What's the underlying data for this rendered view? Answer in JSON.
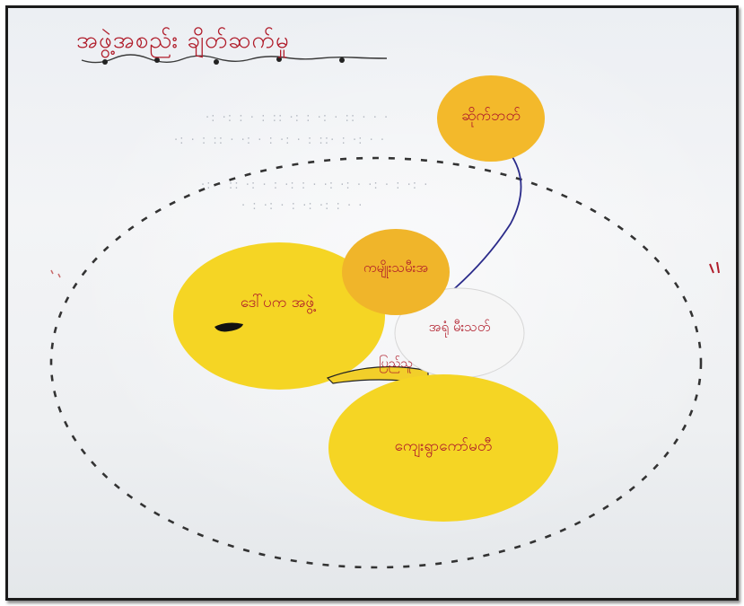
{
  "title": "အဖွဲ့အစည်း ချိတ်ဆက်မှု",
  "nodes": {
    "top": "ဆိုက်ဘတ်",
    "left_big": "ဒေါ်ပက အဖွဲ့",
    "orange": "ကမျိုးသမီးအ",
    "white": "အရုံ မီးသတ်",
    "bottom": "ကျေးရွာကော်မတီ",
    "bridge": "ပြည်သူ"
  },
  "colors": {
    "yellow": "#f5d524",
    "orange": "#f0b52a",
    "white_circle": "#f6f6f6",
    "text_red": "#b01c2a",
    "line_blue": "#2b2b8a",
    "dash": "#333333"
  }
}
